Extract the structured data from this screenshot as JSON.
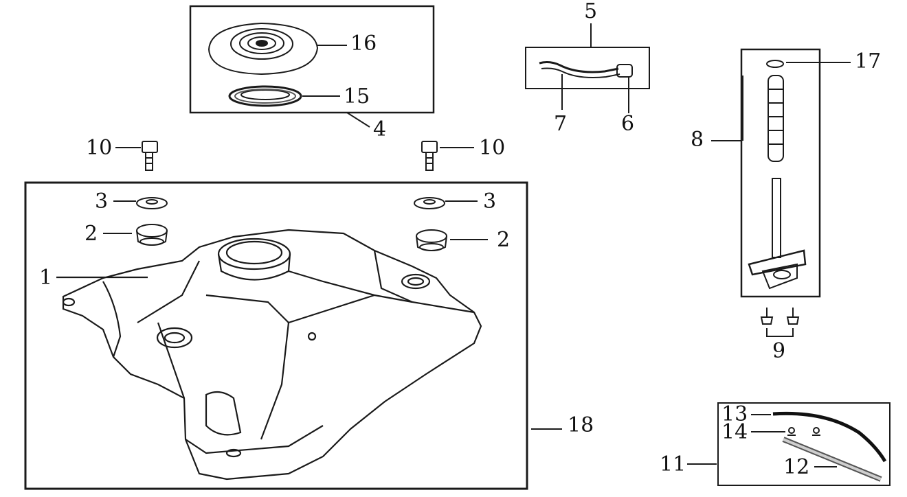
{
  "diagram": {
    "callouts": {
      "c1": "1",
      "c2_left": "2",
      "c2_right": "2",
      "c3_left": "3",
      "c3_right": "3",
      "c4": "4",
      "c5": "5",
      "c6": "6",
      "c7": "7",
      "c8": "8",
      "c9": "9",
      "c10_left": "10",
      "c10_right": "10",
      "c11": "11",
      "c12": "12",
      "c13": "13",
      "c14": "14",
      "c15": "15",
      "c16": "16",
      "c17": "17",
      "c18": "18"
    }
  }
}
